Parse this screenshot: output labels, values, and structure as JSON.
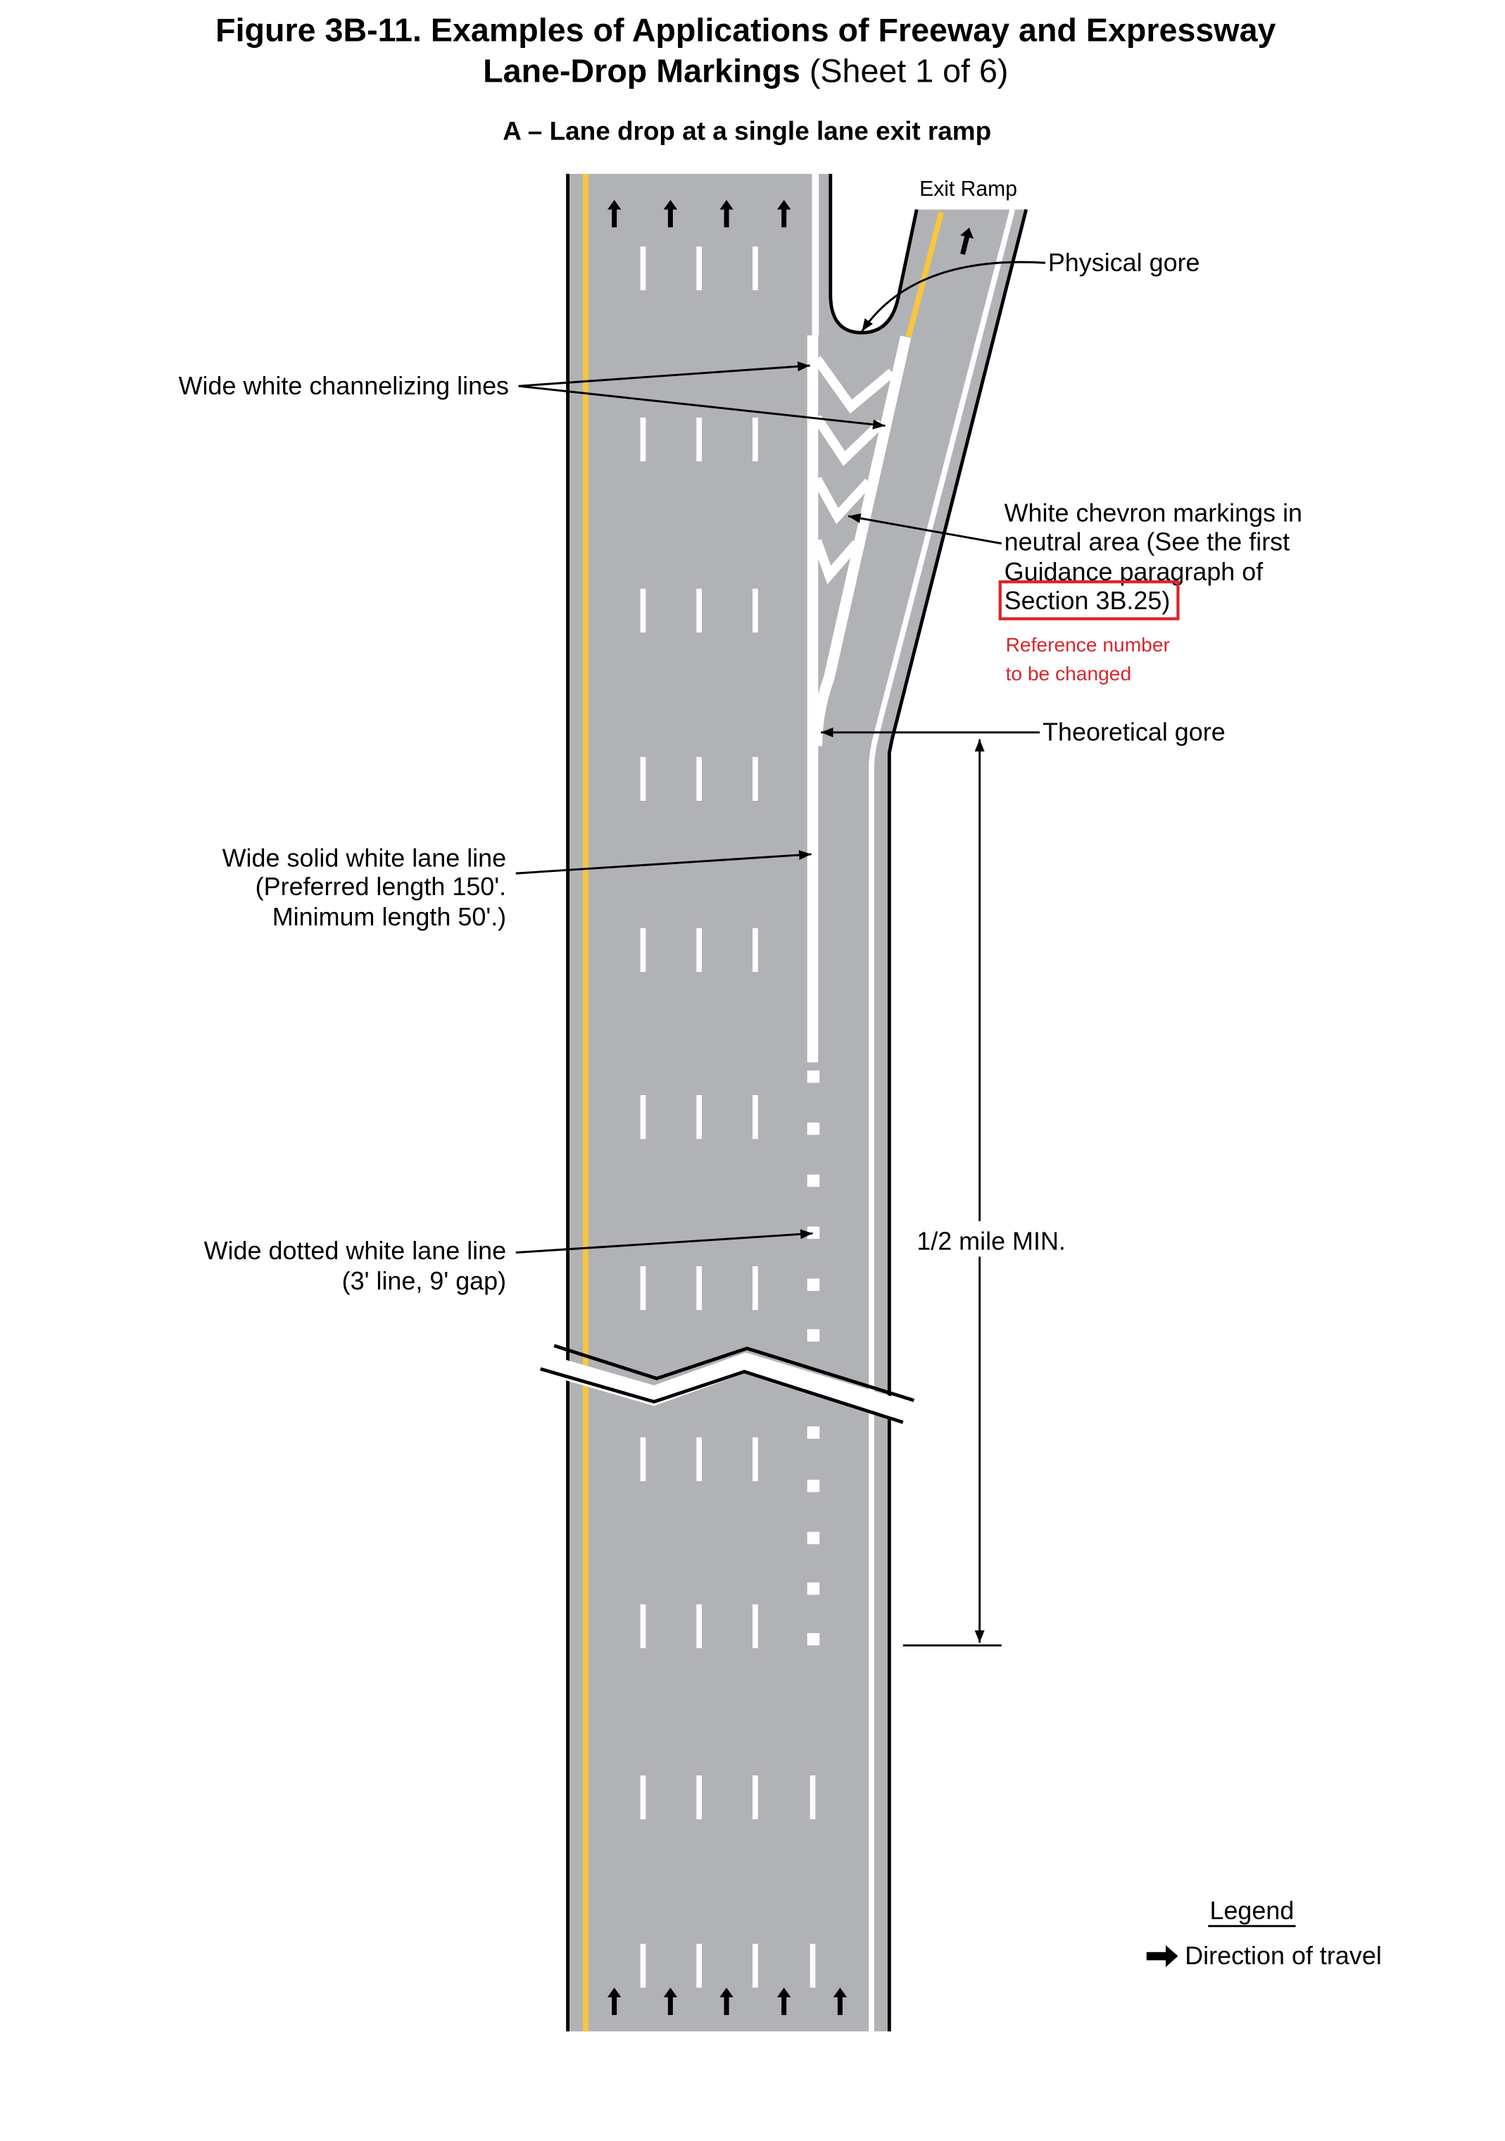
{
  "title": {
    "line1": "Figure 3B-11.  Examples of Applications of Freeway and Expressway",
    "line2_bold": "Lane-Drop Markings",
    "line2_normal": " (Sheet 1 of 6)",
    "subtitle": "A – Lane drop at a single lane exit ramp"
  },
  "labels": {
    "exit_ramp": "Exit Ramp",
    "physical_gore": "Physical gore",
    "channelizing": "Wide white channelizing lines",
    "chevron": [
      "White chevron markings in",
      "neutral area (See the first",
      "Guidance paragraph of",
      "Section 3B.25)"
    ],
    "note": [
      "Reference number",
      "to be changed"
    ],
    "theoretical_gore": "Theoretical gore",
    "solid_line": [
      "Wide solid white lane line",
      "(Preferred length 150'.",
      "Minimum length 50'.)"
    ],
    "dotted_line": [
      "Wide dotted white lane line",
      "(3' line, 9' gap)"
    ],
    "distance": "1/2 mile MIN."
  },
  "legend": {
    "title": "Legend",
    "item": "Direction of travel"
  },
  "colors": {
    "pavement": "#b1b2b5",
    "yellow": "#f9c63b",
    "annotation_red": "#d9262c"
  }
}
